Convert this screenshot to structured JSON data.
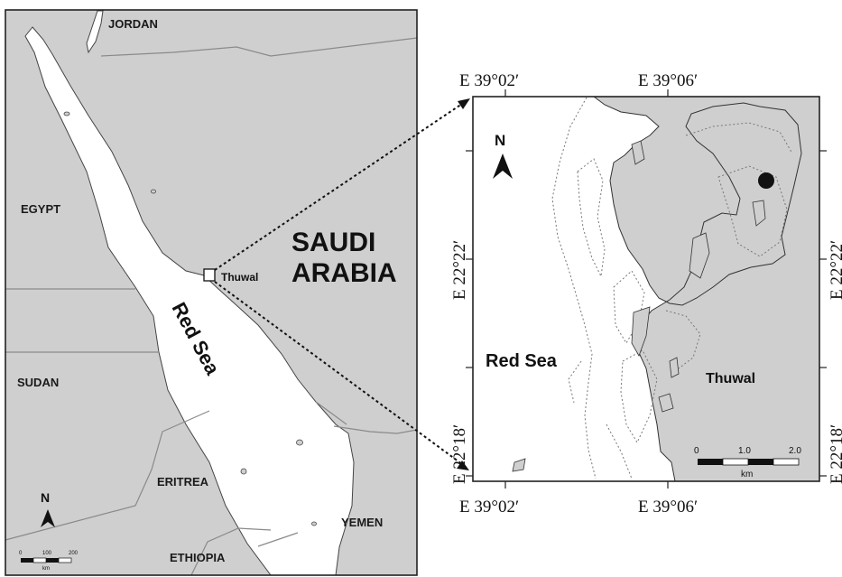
{
  "overview_map": {
    "labels": {
      "jordan": "JORDAN",
      "egypt": "EGYPT",
      "saudi_line1": "SAUDI",
      "saudi_line2": "ARABIA",
      "sudan": "SUDAN",
      "eritrea": "ERITREA",
      "yemen": "YEMEN",
      "ethiopia": "ETHIOPIA",
      "sea": "Red Sea",
      "site": "Thuwal"
    },
    "north_label": "N",
    "scale": {
      "ticks": [
        "0",
        "100",
        "200"
      ],
      "unit": "km"
    }
  },
  "detail_map": {
    "top_axis": [
      "E 39°02′",
      "E 39°06′"
    ],
    "bottom_axis": [
      "E 39°02′",
      "E 39°06′"
    ],
    "left_axis": [
      "E 22°22′",
      "E 22°18′"
    ],
    "right_axis": [
      "E 22°22′",
      "E 22°18′"
    ],
    "labels": {
      "sea": "Red Sea",
      "town": "Thuwal"
    },
    "north_label": "N",
    "scale": {
      "ticks": [
        "0",
        "1.0",
        "2.0"
      ],
      "unit": "km"
    }
  },
  "colors": {
    "land": "#cfcfcf",
    "water": "#ffffff",
    "border": "#8a8a8a",
    "frame": "#222222"
  }
}
